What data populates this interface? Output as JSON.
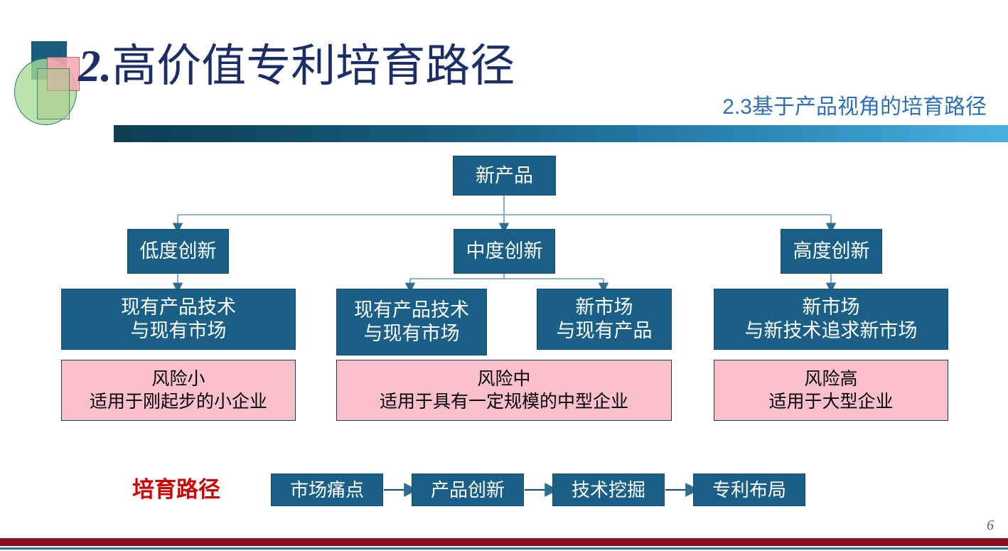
{
  "header": {
    "section_number": "2.",
    "title": "高价值专利培育路径",
    "subtitle": "2.3基于产品视角的培育路径"
  },
  "diagram": {
    "root": {
      "label": "新产品"
    },
    "levels": [
      {
        "label": "低度创新"
      },
      {
        "label": "中度创新"
      },
      {
        "label": "高度创新"
      }
    ],
    "strategies": [
      {
        "label": "现有产品技术\n与现有市场"
      },
      {
        "label": "现有产品技术\n与现有市场"
      },
      {
        "label": "新市场\n与现有产品"
      },
      {
        "label": "新市场\n与新技术追求新市场"
      }
    ],
    "risks": [
      {
        "label": "风险小\n适用于刚起步的小企业"
      },
      {
        "label": "风险中\n适用于具有一定规模的中型企业"
      },
      {
        "label": "风险高\n适用于大型企业"
      }
    ]
  },
  "flow": {
    "label": "培育路径",
    "steps": [
      {
        "label": "市场痛点"
      },
      {
        "label": "产品创新"
      },
      {
        "label": "技术挖掘"
      },
      {
        "label": "专利布局"
      }
    ]
  },
  "footer": {
    "page_number": "6"
  },
  "colors": {
    "box_blue": "#1a5f85",
    "pink": "#fbc0cb",
    "title_navy": "#1b2f66",
    "subtitle_blue": "#2f6fb5",
    "flow_label_red": "#cc0000",
    "footer_red": "#8b0d20",
    "connector": "#4a83a6"
  }
}
